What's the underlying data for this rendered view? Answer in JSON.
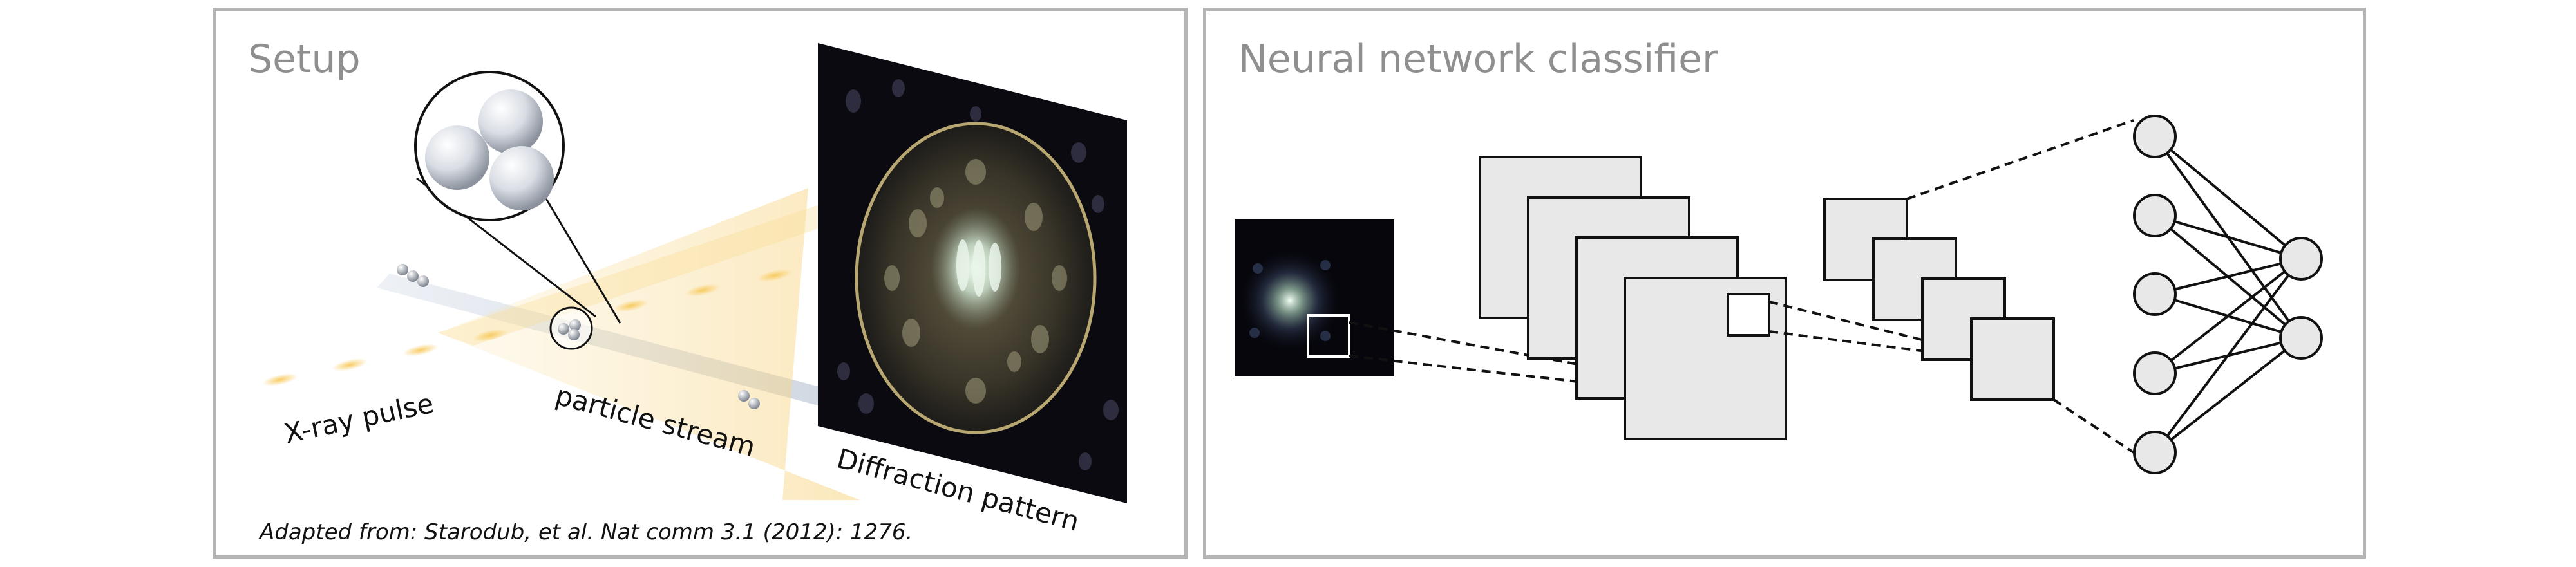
{
  "setup": {
    "title": "Setup",
    "labels": {
      "xray": "X-ray pulse",
      "stream": "particle stream",
      "diffraction": "Diffraction pattern"
    },
    "citation": "Adapted from: Starodub, et al. Nat comm 3.1 (2012): 1276."
  },
  "classifier": {
    "title": "Neural network classifier",
    "hidden_nodes": 5,
    "output_nodes": 2
  },
  "colors": {
    "border": "#b4b4b4",
    "title": "#8f8f8f",
    "layer_fill": "#e8e8e8",
    "beam": "#f6d27a",
    "detector": "#0a0a10"
  }
}
